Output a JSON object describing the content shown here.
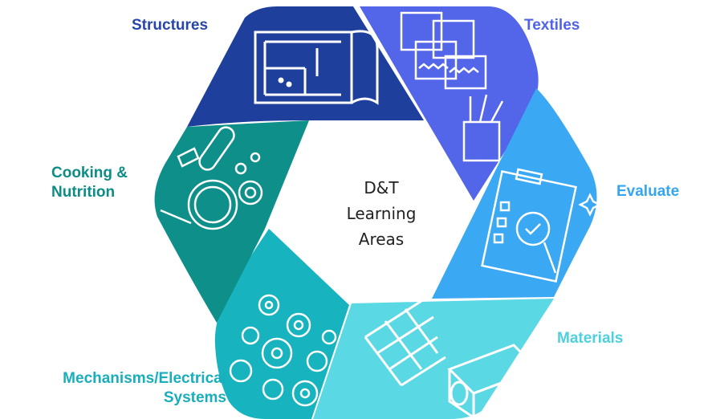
{
  "center": {
    "line1": "D&T",
    "line2": "Learning",
    "line3": "Areas"
  },
  "areas": [
    {
      "key": "structures",
      "label": "Structures",
      "color": "#1f3f9c",
      "label_color": "#2747a8",
      "icon": "blueprint-icon"
    },
    {
      "key": "textiles",
      "label": "Textiles",
      "color": "#5365e8",
      "label_color": "#4f63e6",
      "icon": "fabric-swatches-icon"
    },
    {
      "key": "evaluate",
      "label": "Evaluate",
      "color": "#3aa8f2",
      "label_color": "#34a6ef",
      "icon": "clipboard-magnifier-icon"
    },
    {
      "key": "materials",
      "label": "Materials",
      "color": "#5ad8e4",
      "label_color": "#4fd0de",
      "icon": "wood-weave-icon"
    },
    {
      "key": "mechanisms",
      "label_line1": "Mechanisms/Electrical",
      "label_line2": "Systems",
      "color": "#17b3be",
      "label_color": "#18aebb",
      "icon": "gears-icon"
    },
    {
      "key": "cooking",
      "label_line1": "Cooking &",
      "label_line2": "Nutrition",
      "color": "#0f8f8a",
      "label_color": "#0e8c86",
      "icon": "kitchen-tools-icon"
    }
  ]
}
